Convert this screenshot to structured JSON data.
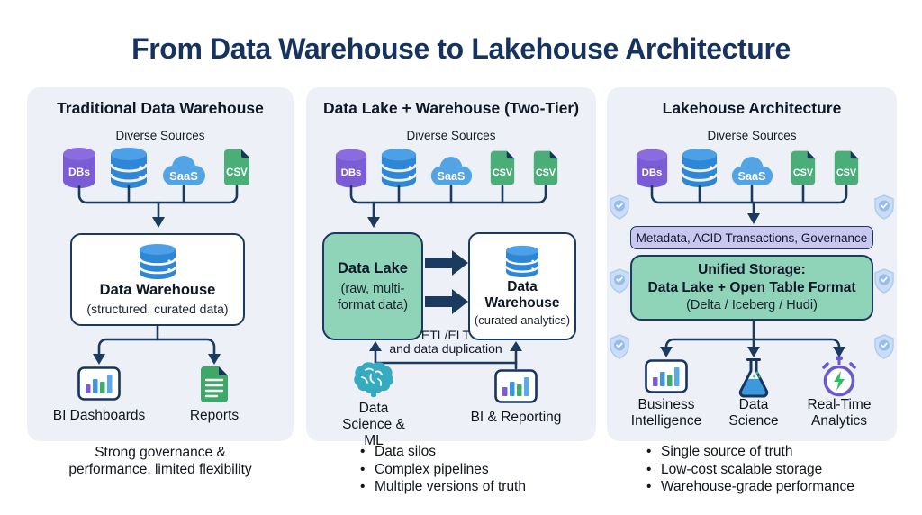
{
  "title": "From Data Warehouse to Lakehouse Architecture",
  "bullet_char": "•",
  "colors": {
    "title_navy": "#16335F",
    "line_navy": "#1B3A5F",
    "panel_bg": "#EDF1F7",
    "green_box": "#8FD3B9",
    "lavender_bar": "#C9C6EF",
    "db_purple": "#7A5CD4",
    "db_blue": "#2E87D6",
    "cloud_blue": "#53A4E4",
    "csv_green": "#4BAE79",
    "doc_green": "#3FA868",
    "brain_teal": "#36ABC0",
    "flask_blue": "#3E98DE",
    "stopwatch_purple": "#6A58D0",
    "bolt_green": "#2FBE5F",
    "shield_blue": "#C6DBF6"
  },
  "icons": {
    "db_purple": "database-cylinder",
    "db_blue": "stacked-database",
    "cloud": "cloud",
    "csv_file": "file-with-fold",
    "bar_chart": "framed-bar-chart",
    "report_doc": "document-with-lines",
    "brain": "brain",
    "flask": "lab-flask",
    "stopwatch": "stopwatch-lightning",
    "shield": "shield-check"
  },
  "panel1": {
    "header": "Traditional Data Warehouse",
    "sources_label": "Diverse Sources",
    "source_db_label": "DBs",
    "source_cloud_label": "SaaS",
    "source_file_label": "CSV",
    "warehouse_title": "Data Warehouse",
    "warehouse_subtitle": "(structured, curated data)",
    "output1": "BI Dashboards",
    "output2": "Reports",
    "caption_line1": "Strong governance &",
    "caption_line2": "performance, limited flexibility"
  },
  "panel2": {
    "header": "Data Lake + Warehouse (Two-Tier)",
    "sources_label": "Diverse Sources",
    "source_db_label": "DBs",
    "source_cloud_label": "SaaS",
    "source_file1_label": "CSV",
    "source_file2_label": "CSV",
    "lake_title": "Data Lake",
    "lake_subtitle": "(raw, multi-format data)",
    "warehouse_title": "Data Warehouse",
    "warehouse_subtitle": "(curated analytics)",
    "etl_line1": "ETL/ELT",
    "etl_line2": "and data duplication",
    "output1": "Data Science & ML",
    "output2": "BI & Reporting",
    "bullets": [
      "Data silos",
      "Complex pipelines",
      "Multiple versions of truth"
    ]
  },
  "panel3": {
    "header": "Lakehouse Architecture",
    "sources_label": "Diverse Sources",
    "source_db_label": "DBs",
    "source_cloud_label": "SaaS",
    "source_file1_label": "CSV",
    "source_file2_label": "CSV",
    "metadata_bar": "Metadata, ACID Transactions, Governance",
    "storage_line1": "Unified Storage:",
    "storage_line2": "Data Lake + Open Table Format",
    "storage_line3": "(Delta / Iceberg / Hudi)",
    "output1": "Business Intelligence",
    "output2": "Data Science",
    "output3": "Real-Time Analytics",
    "bullets": [
      "Single source of truth",
      "Low-cost scalable storage",
      "Warehouse-grade performance"
    ]
  }
}
